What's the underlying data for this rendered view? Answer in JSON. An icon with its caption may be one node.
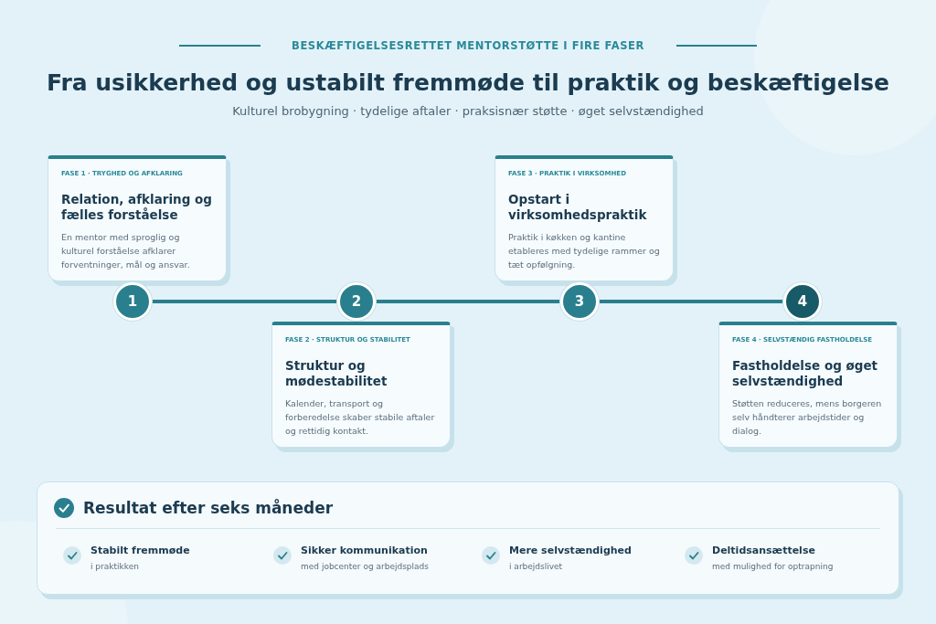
{
  "diagram": {
    "title": "Fra usikkerhed og ustabilt fremmøde til praktik og beskæftigelse",
    "nodes": [
      {
        "text": [
          "FASE 1 · TRYGHED OG AFKLARING",
          "Relation, afklaring og fælles forståelse",
          "En mentor med sproglig og kulturel forståelse afklarer forventninger, mål og ansvar."
        ]
      },
      {
        "text": [
          "FASE 3 · PRAKTIK I VIRKSOMHED",
          "Opstart i virksomhedspraktik",
          "Praktik i køkken og kantine etableres med tydelige rammer og tæt opfølgning."
        ]
      },
      {
        "text": [
          "1"
        ]
      },
      {
        "text": [
          "2"
        ]
      },
      {
        "text": [
          "3"
        ]
      },
      {
        "text": [
          "4"
        ]
      },
      {
        "text": [
          "FASE 2 · STRUKTUR OG STABILITET",
          "Struktur og mødestabilitet",
          "Kalender, transport og forberedelse skaber stabile aftaler og rettidig kontakt."
        ]
      },
      {
        "text": [
          "FASE 4 · SELVSTÆNDIG FASTHOLDELSE",
          "Fastholdelse og øget selvstændighed",
          "Støtten reduceres, mens borgeren selv håndterer arbejdstider og dialog."
        ]
      },
      {
        "text": [
          "Resultat efter seks måneder"
        ]
      },
      {
        "text": [
          "Stabilt fremmøde",
          "i praktikken"
        ],
        "in": 8
      },
      {
        "text": [
          "Sikker kommunikation",
          "med jobcenter og arbejdsplads"
        ],
        "in": 8
      },
      {
        "text": [
          "Mere selvstændighed",
          "i arbejdslivet"
        ],
        "in": 8
      },
      {
        "text": [
          "Deltidsansættelse",
          "med mulighed for optrapning"
        ],
        "in": 8
      }
    ],
    "edges": [
      {
        "from": 2,
        "to": 3,
        "arrow": "none"
      },
      {
        "from": 3,
        "to": 4,
        "arrow": "none"
      },
      {
        "from": 4,
        "to": 5,
        "arrow": "none"
      }
    ],
    "labels": [
      "BESKÆFTIGELSESRETTET MENTORSTØTTE I FIRE FASER",
      "Kulturel brobygning · tydelige aftaler · praksisnær støtte · øget selvstændighed"
    ]
  }
}
